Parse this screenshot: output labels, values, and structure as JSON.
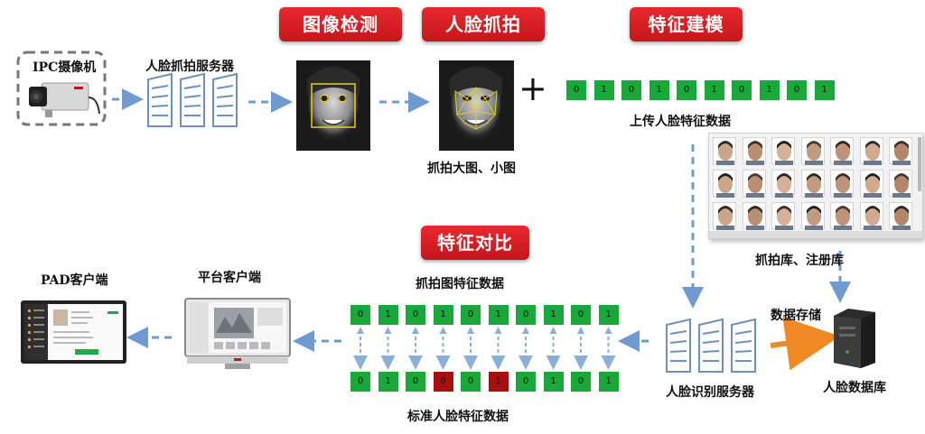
{
  "labels": {
    "detect": "图像检测",
    "capture": "人脸抓拍",
    "modeling": "特征建模",
    "compare": "特征对比"
  },
  "captions": {
    "ipc_camera": "IPC摄像机",
    "capture_server": "人脸抓拍服务器",
    "capture_images": "抓拍大图、小图",
    "upload_features": "上传人脸特征数据",
    "capture_library": "抓拍库、注册库",
    "data_storage": "数据存储",
    "recognition_server": "人脸识别服务器",
    "face_database": "人脸数据库",
    "platform_client": "平台客户端",
    "pad_client": "PAD客户端",
    "capture_feature_data": "抓拍图特征数据",
    "standard_feature_data": "标准人脸特征数据"
  },
  "plus_sign": "+",
  "feature_bits_top": [
    "0",
    "1",
    "0",
    "1",
    "0",
    "1",
    "0",
    "1",
    "0",
    "1"
  ],
  "feature_bits_capture": [
    "0",
    "1",
    "0",
    "1",
    "0",
    "1",
    "0",
    "1",
    "0",
    "1"
  ],
  "feature_bits_standard": [
    "0",
    "1",
    "0",
    "0",
    "0",
    "1",
    "0",
    "1",
    "0",
    "1"
  ],
  "mismatch_indices": [
    3,
    5
  ],
  "colors": {
    "label_red": "#d71f24",
    "bit_green": "#1aa83a",
    "bit_mismatch": "#a81010",
    "arrow_blue": "#6f9bd1",
    "arrow_orange": "#f08a24"
  }
}
